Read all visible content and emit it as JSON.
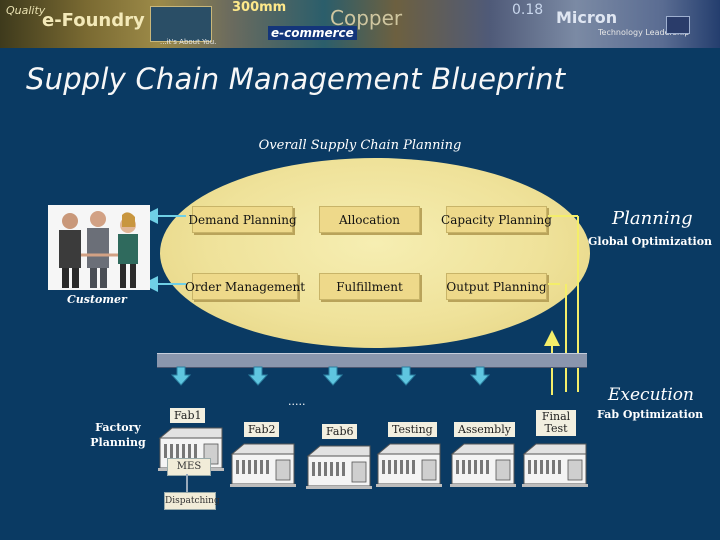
{
  "banner": {
    "items": [
      "Quality",
      "e-Foundry",
      "300mm",
      "Copper",
      "e-commerce",
      "0.18",
      "Micron",
      "Technology Leadership",
      "...it's About You."
    ]
  },
  "title": "Supply Chain Management Blueprint",
  "diagram": {
    "overall_label": "Overall Supply Chain Planning",
    "planning_boxes": [
      "Demand Planning",
      "Allocation",
      "Capacity Planning",
      "Order Management",
      "Fulfillment",
      "Output Planning"
    ],
    "planning_label": "Planning",
    "global_optimization": "Global Optimization",
    "customer_label": "Customer",
    "execution_label": "Execution",
    "fab_optimization": "Fab Optimization",
    "factory_planning": "Factory Planning",
    "ellipsis": ".....",
    "sites": [
      "Fab1",
      "Fab2",
      "Fab6",
      "Testing",
      "Assembly",
      "Final Test"
    ],
    "mes": "MES",
    "dispatching": "Dispatching"
  },
  "colors": {
    "background": "#0a3a63",
    "oval": "#efe29a",
    "arrow": "#6fd0e6",
    "connector": "#f4ee6a"
  }
}
